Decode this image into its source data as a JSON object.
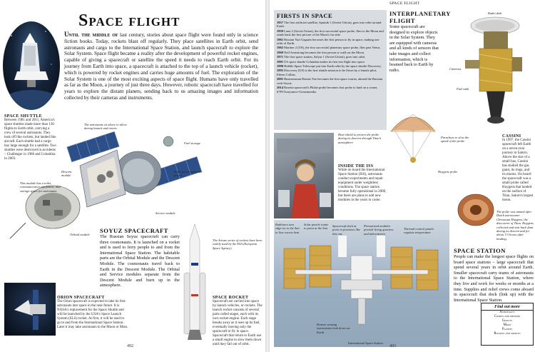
{
  "left_page": {
    "title": "Space flight",
    "intro_lead": "Until the middle of",
    "intro_body": "last century, stories about space flight were found only in science fiction books. Today, rockets blast off regularly. They place satellites in Earth orbit, send astronauts and cargo to the International Space Station, and launch spacecraft to explore the Solar System. Space flight became a reality after the development of powerful rocket engines, capable of giving a spacecraft or satellite the speed it needs to reach Earth orbit. For its journey from Earth into space, a spacecraft is attached to the top of a launch vehicle (rocket), which is powered by rocket engines and carries huge amounts of fuel. The exploration of the Solar System is one of the most exciting aspects of space flight. Humans have only travelled as far as the Moon, a journey of just three days. However, robotic spacecraft have travelled for years to explore the distant planets, sending back to us amazing images and information collected by their cameras and instruments.",
    "shuttle_head": "Space shuttle",
    "shuttle_body": "Between 1981 and 2011, America's space shuttles made more than 130 flights to Earth orbit, carrying a crew of several astronauts. They took off like rockets, but landed like aircraft. Each shuttle had a cargo bay large enough for a satellite. Two shuttles were destroyed in accidents – Challenger in 1986 and Columbia in 2003.",
    "callouts": {
      "astronauts": "The astronauts sit above to allow during launch and return.",
      "fuel": "Fuel storage",
      "solar": "Solar panels generate power",
      "descent": "Descent module",
      "module": "This module has a toilet, communication equipment, and storage space for astronauts.",
      "service": "Service module",
      "orbital": "Orbital module",
      "atlas": "The Ariane series of rockets have been widely used by the ESA (European Space Agency)."
    },
    "soyuz_head": "Soyuz spacecraft",
    "soyuz_body": "The Russian Soyuz spacecraft can carry three cosmonauts. It is launched on a rocket and is used to ferry people to and from the International Space Station. The habitable parts are the Orbital Module and the Descent Module. The cosmonauts travel back to Earth in the Descent Module. The Orbital and Service modules separate from the Descent Module and burn up in the atmosphere.",
    "orion_head": "Orion spacecraft",
    "orion_body": "The Orion spacecraft is expected to take its first astronauts into space in the near future. It is NASA's replacement for the Space Shuttle and will be launched by the USA's Space Launch System (SLS) rocket. At first, it will be used to go to and from the International Space Station. Later it may take astronauts to the Moon or Mars.",
    "rocket_head": "Space rocket",
    "rocket_body": "Spacecraft are carried into space by launch vehicles, or rockets. The launch rocket consists of several parts called stages, each with its own rocket engine. Each stage breaks away as it uses up its fuel, eventually leaving only the spacecraft to fly in space. Spacecraft that return to Earth use a small engine to slow them down until they fall out of orbit.",
    "page_number": "492"
  },
  "right_page": {
    "running_head": "Space flight",
    "facts_head": "Firsts in space",
    "facts": [
      {
        "year": "1957",
        "text": "The first artificial satellite, Sputnik 1 (Soviet Union), goes into orbit around Earth."
      },
      {
        "year": "1959",
        "text": "Luna 2 (Soviet Union), the first successful space probe, flies to the Moon and sends back the first picture of the Moon's far side."
      },
      {
        "year": "1961",
        "text": "Russian Yuri Gagarin becomes the first person to fly in space, making one orbit of Earth."
      },
      {
        "year": "1962",
        "text": "Mariner 2 (US), the first successful planetary space probe, flies past Venus."
      },
      {
        "year": "1969",
        "text": "Neil Armstrong becomes the first person to walk on the Moon."
      },
      {
        "year": "1971",
        "text": "The first space station, Salyut 1 (Soviet Union), goes into orbit."
      },
      {
        "year": "1981",
        "text": "US space shuttle Columbia makes its first test flight into space."
      },
      {
        "year": "1990",
        "text": "Hubble Space Telescope put into Earth orbit by the space shuttle Discovery."
      },
      {
        "year": "1995",
        "text": "Discovery (US) is the first shuttle mission to be flown by a female pilot, Eileen Collins."
      },
      {
        "year": "2001",
        "text": "Businessman Dennis Tito becomes the first space tourist, aboard the Russian craft Soyuz."
      },
      {
        "year": "2014",
        "text": "Rosetta spacecraft's Philae probe becomes first probe to land on a comet, 67P/Churyumov-Gerasimenko."
      }
    ],
    "interplanetary_head": "Interplanetary flight",
    "interplanetary_body": "Some spacecraft are designed to explore objects in the Solar System. They are equipped with cameras and all kinds of sensors that take images and collect information, which is beamed back to Earth by radio.",
    "callouts": {
      "radio": "Radio dish",
      "cameras": "Cameras",
      "fuel_tank": "Fuel tank",
      "parachute": "Parachute to slow the speed of the probe",
      "heat": "Heat shield to protect the probe during its descent through Titan's atmosphere",
      "huygens": "Huygens probe",
      "titan": "The probe was named after Dutch astronomer Christiaan Huygens, the discoverer of Titan. Huygens collected and sent back data during its descent and for about 1½ hours after landing.",
      "radiators": "Radiators turn edge-on to the Sun to lose excess heat",
      "solar_rotate": "Solar panels rotate to point at the Sun",
      "dock": "Spacecraft dock at ports in positions like this one",
      "pressurized": "Pressurized modules provide living quarters and laboratories",
      "thermal": "Thermal control panels regulate temperature",
      "remote": "Remote sensing instruments look down on Earth"
    },
    "cassini_head": "Cassini",
    "cassini_body": "In 1997, the Cassini spacecraft left Earth on a seven-year journey to Saturn. Above the size of a small bus, Cassini has studied the gas giant, its rings, and its moons. On board the spacecraft was a small probe called Huygens that landed on the surface of Titan, Saturn's largest moon.",
    "iss_inside_head": "Inside the ISS",
    "iss_inside_body": "While on board the International Space Station (ISS), astronauts conduct experiments and repair equipment under weightless conditions. The space station became fully operational in 2000, but there are plans to add new modules in the years to come.",
    "station_head": "Space station",
    "station_body": "People can make the longest space flights on board space stations – large spacecraft that spend several years in orbit around Earth. Smaller spacecraft carry teams of astronauts to the International Space Station, where they live and work for weeks or months at a time. Supplies and relief crews come aboard in spacecraft that dock (link up) with the International Space Station.",
    "iss_caption": "International Space Station",
    "findout_head": "Find out more",
    "findout_items": [
      "Astronauts",
      "Comets and meteors",
      "Gravity",
      "Moon",
      "Planets",
      "Rockets and missiles"
    ],
    "page_number": "493"
  },
  "colors": {
    "facts_panel": "#d9dde2",
    "space_dark": "#0b1220",
    "gold_foil": "#c9a23a",
    "solar_blue": "#2c4f8a"
  }
}
